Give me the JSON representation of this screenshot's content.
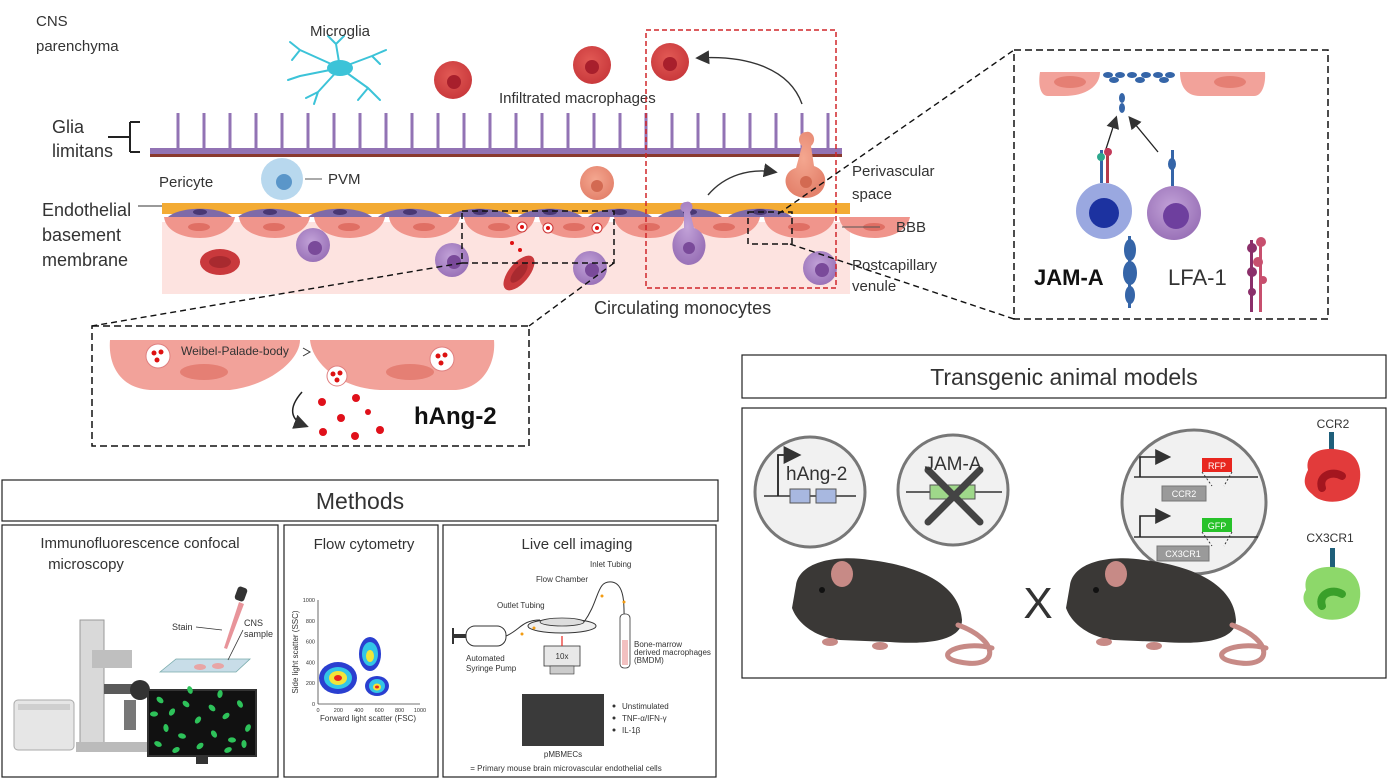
{
  "top_panel": {
    "cns_line1": "CNS",
    "cns_line2": "parenchyma",
    "microglia": "Microglia",
    "infiltrated_macrophages": "Infiltrated macrophages",
    "glia_line1": "Glia",
    "glia_line2": "limitans",
    "pvm": "PVM",
    "pericyte": "Pericyte",
    "perivascular_line1": "Perivascular",
    "perivascular_line2": "space",
    "endothelial_line1": "Endothelial",
    "endothelial_line2": "basement",
    "endothelial_line3": "membrane",
    "bbb": "BBB",
    "postcap_line1": "Postcapillary",
    "postcap_line2": "venule",
    "circulating_monocytes": "Circulating monocytes"
  },
  "jam_inset": {
    "jam_a": "JAM-A",
    "lfa_1": "LFA-1"
  },
  "wpb_inset": {
    "weibel_palade": "Weibel-Palade-body",
    "hang2": "hAng-2"
  },
  "transgenic": {
    "title": "Transgenic animal models",
    "hang2": "hAng-2",
    "jam_a": "JAM-A",
    "rfp": "RFP",
    "ccr2_box": "CCR2",
    "gfp": "GFP",
    "cx3cr1_box": "CX3CR1",
    "cross": "X",
    "ccr2_cell": "CCR2",
    "cx3cr1_cell": "CX3CR1"
  },
  "methods": {
    "title": "Methods",
    "immuno_line1": "Immunofluorescence confocal",
    "immuno_line2": "microscopy",
    "stain": "Stain",
    "cns_line1": "CNS",
    "cns_line2": "sample",
    "flow_title": "Flow cytometry",
    "flow_ylabel": "Side light scatter (SSC)",
    "flow_xlabel": "Forward light scatter (FSC)",
    "flow_xticks": [
      "0",
      "200",
      "400",
      "600",
      "800",
      "1000"
    ],
    "flow_yticks": [
      "0",
      "200",
      "400",
      "600",
      "800",
      "1000"
    ],
    "live_title": "Live cell imaging",
    "inlet": "Inlet Tubing",
    "flow_chamber": "Flow Chamber",
    "outlet": "Outlet Tubing",
    "syringe_line1": "Automated",
    "syringe_line2": "Syringe Pump",
    "bmdm_line1": "Bone-marrow",
    "bmdm_line2": "derived macrophages",
    "bmdm_line3": "(BMDM)",
    "objective": "10x",
    "conditions": [
      "Unstimulated",
      "TNF-α/IFN-γ",
      "IL-1β"
    ],
    "pmbmecs": "pMBMECs",
    "footnote": "= Primary mouse brain microvascular endothelial cells"
  },
  "colors": {
    "macrophage_red": "#d9474a",
    "endothelium_pink": "#f2a29a",
    "basement_orange": "#f3ab34",
    "glia_purple": "#9273b4",
    "monocyte_purple": "#a47cc0",
    "rfp_red": "#e8261f",
    "gfp_green": "#27c22a"
  }
}
